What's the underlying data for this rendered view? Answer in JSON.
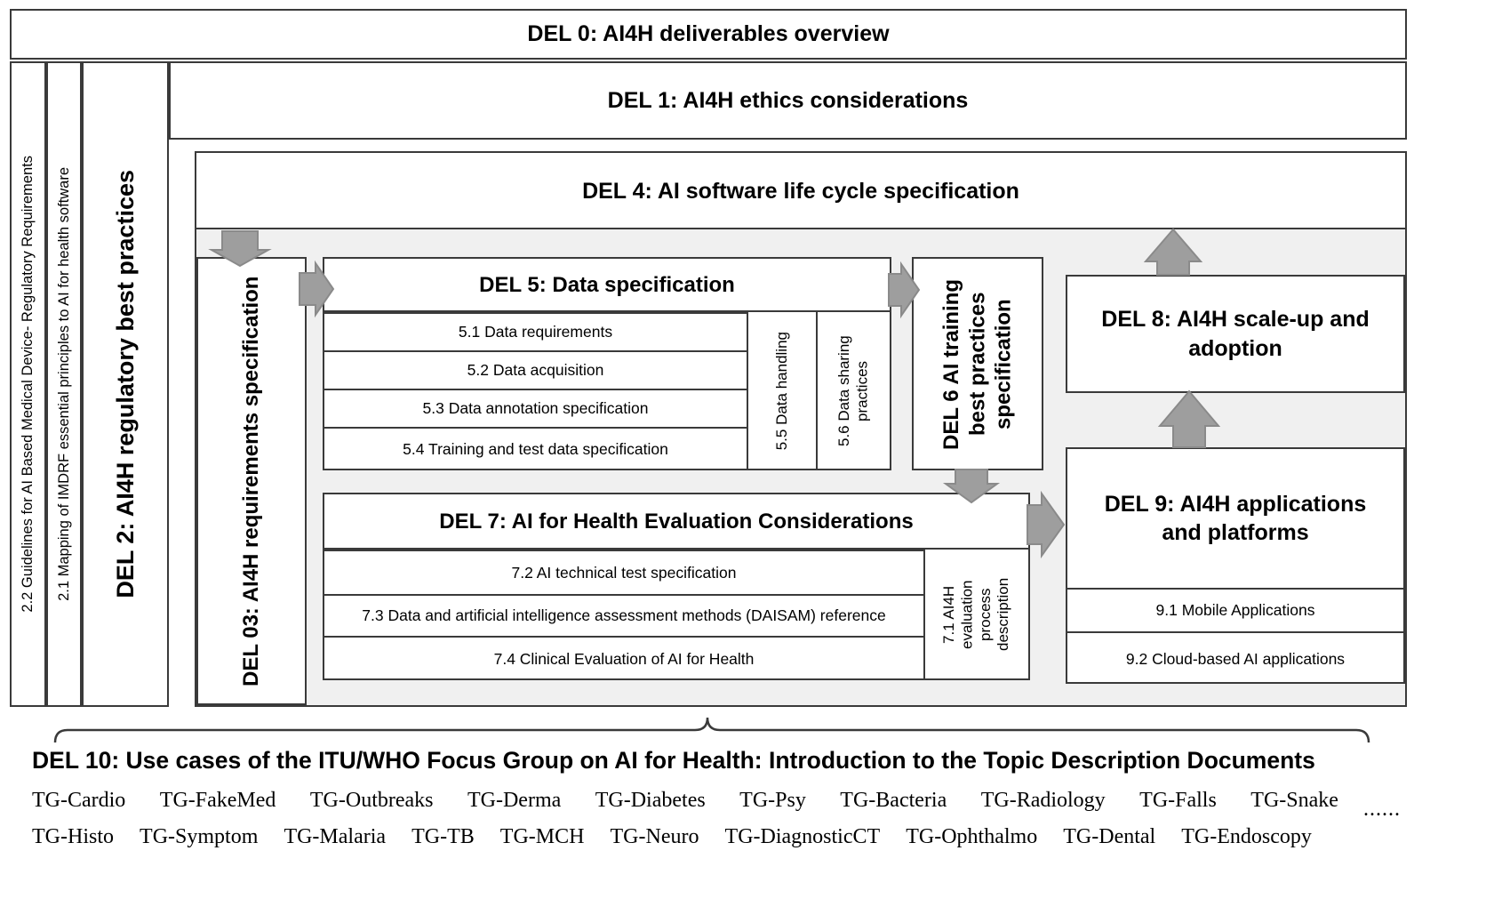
{
  "colors": {
    "border": "#3a3a3a",
    "panel_bg": "#f0f0f0",
    "arrow_fill": "#9e9e9e",
    "arrow_stroke": "#8a8a8a",
    "text": "#000000"
  },
  "del0": {
    "title": "DEL 0: AI4H deliverables overview"
  },
  "del1": {
    "title": "DEL 1: AI4H ethics considerations"
  },
  "left_columns": [
    {
      "label": "2.2 Guidelines for AI Based Medical Device- Regulatory Requirements"
    },
    {
      "label": "2.1 Mapping of IMDRF essential principles to AI for health software"
    },
    {
      "label": "DEL 2: AI4H regulatory best practices"
    }
  ],
  "del4": {
    "title": "DEL 4: AI software life cycle specification"
  },
  "del03": {
    "title": "DEL 03: AI4H requirements specification"
  },
  "del5": {
    "title": "DEL 5: Data specification",
    "items": [
      "5.1 Data requirements",
      "5.2 Data acquisition",
      "5.3 Data annotation specification",
      "5.4 Training and test data specification"
    ],
    "side_items": [
      "5.5 Data handling",
      "5.6 Data sharing practices"
    ]
  },
  "del6": {
    "title": "DEL 6 AI training best practices specification"
  },
  "del7": {
    "title": "DEL 7: AI for Health Evaluation Considerations",
    "items": [
      "7.2 AI technical test specification",
      "7.3 Data and artificial intelligence assessment methods (DAISAM) reference",
      "7.4 Clinical Evaluation of AI for Health"
    ],
    "side_items": [
      "7.1 AI4H evaluation process description"
    ]
  },
  "del8": {
    "title": "DEL 8: AI4H scale-up and adoption"
  },
  "del9": {
    "title": "DEL 9: AI4H applications and platforms",
    "items": [
      "9.1 Mobile Applications",
      "9.2 Cloud-based AI applications"
    ]
  },
  "del10": {
    "title": "DEL 10: Use cases of the ITU/WHO Focus Group on AI for Health: Introduction to the Topic Description Documents",
    "row1": [
      "TG-Cardio",
      "TG-FakeMed",
      "TG-Outbreaks",
      "TG-Derma",
      "TG-Diabetes",
      "TG-Psy",
      "TG-Bacteria",
      "TG-Radiology",
      "TG-Falls",
      "TG-Snake"
    ],
    "row2": [
      "TG-Histo",
      "TG-Symptom",
      "TG-Malaria",
      "TG-TB",
      "TG-MCH",
      "TG-Neuro",
      "TG-DiagnosticCT",
      "TG-Ophthalmo",
      "TG-Dental",
      "TG-Endoscopy"
    ],
    "ellipsis": "......"
  },
  "arrows": [
    {
      "name": "arrow-del4-to-del03",
      "direction": "down"
    },
    {
      "name": "arrow-del03-to-del5",
      "direction": "right"
    },
    {
      "name": "arrow-del5-to-del6",
      "direction": "right"
    },
    {
      "name": "arrow-del6-to-del7",
      "direction": "down"
    },
    {
      "name": "arrow-del7-to-del9",
      "direction": "right"
    },
    {
      "name": "arrow-del9-to-del8",
      "direction": "up"
    },
    {
      "name": "arrow-del8-to-del4",
      "direction": "up"
    }
  ]
}
